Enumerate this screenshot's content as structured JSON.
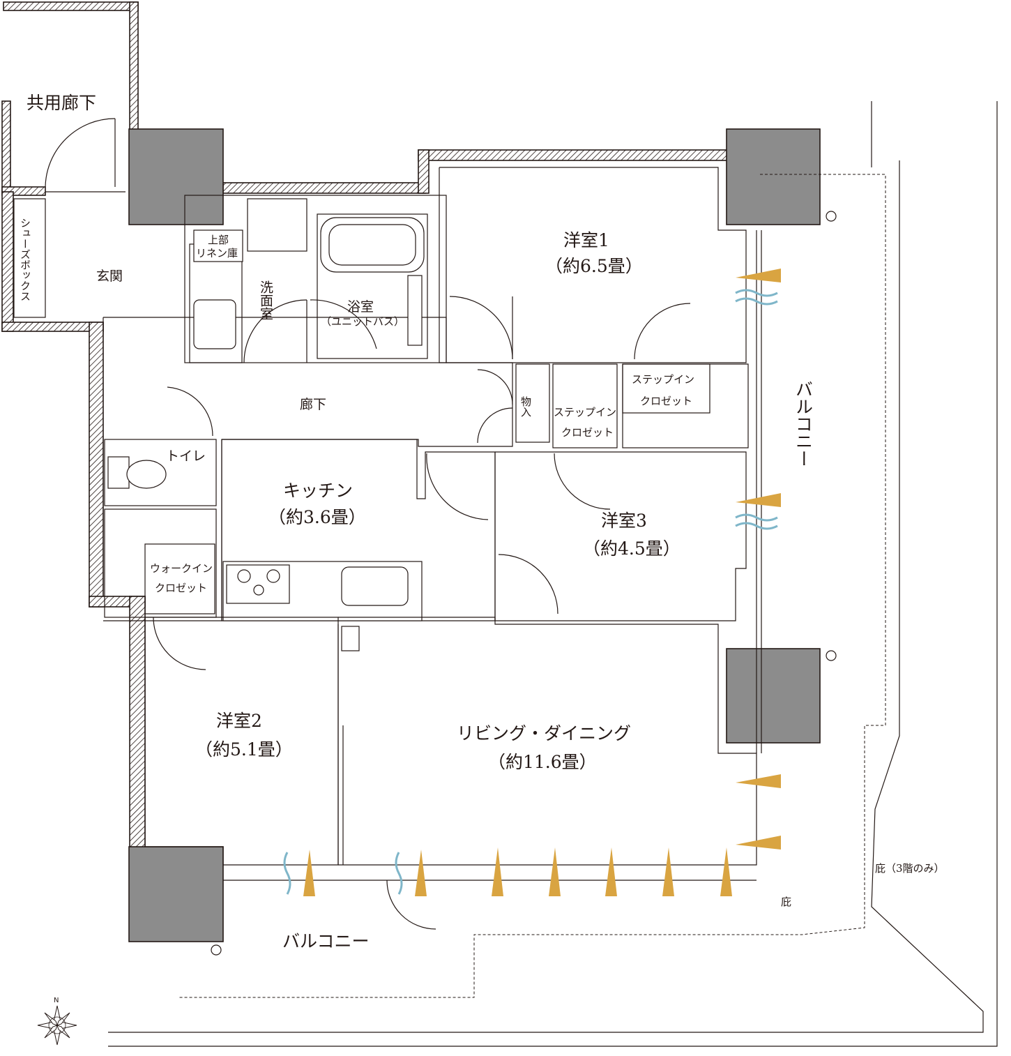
{
  "rooms": {
    "common_corridor": "共用廊下",
    "shoe_box": "シューズボックス",
    "entrance": "玄関",
    "linen_top": "上部",
    "linen_bottom": "リネン庫",
    "washroom": "洗面室",
    "bath": "浴室",
    "bath_sub": "（ユニットバス）",
    "western1": "洋室1",
    "western1_size": "（約6.5畳）",
    "hallway": "廊下",
    "storage": "物入",
    "step_in_closet_a": "ステップイン",
    "step_in_closet_a2": "クロゼット",
    "step_in_closet_b": "ステップイン",
    "step_in_closet_b2": "クロゼット",
    "toilet": "トイレ",
    "kitchen": "キッチン",
    "kitchen_size": "（約3.6畳）",
    "western3": "洋室3",
    "western3_size": "（約4.5畳）",
    "walk_in_closet": "ウォークイン",
    "walk_in_closet2": "クロゼット",
    "western2": "洋室2",
    "western2_size": "（約5.1畳）",
    "living_dining": "リビング・ダイニング",
    "living_dining_size": "（約11.6畳）",
    "balcony_east": "バルコニー",
    "balcony_south": "バルコニー",
    "eaves_3f": "庇（3階のみ）",
    "eaves": "庇"
  },
  "compass": {
    "north": "N"
  },
  "colors": {
    "wall_hatch": "#231815",
    "column_fill": "#8c8c8c",
    "ventilation": "#d9a441",
    "airflow": "#7fb6c9"
  }
}
